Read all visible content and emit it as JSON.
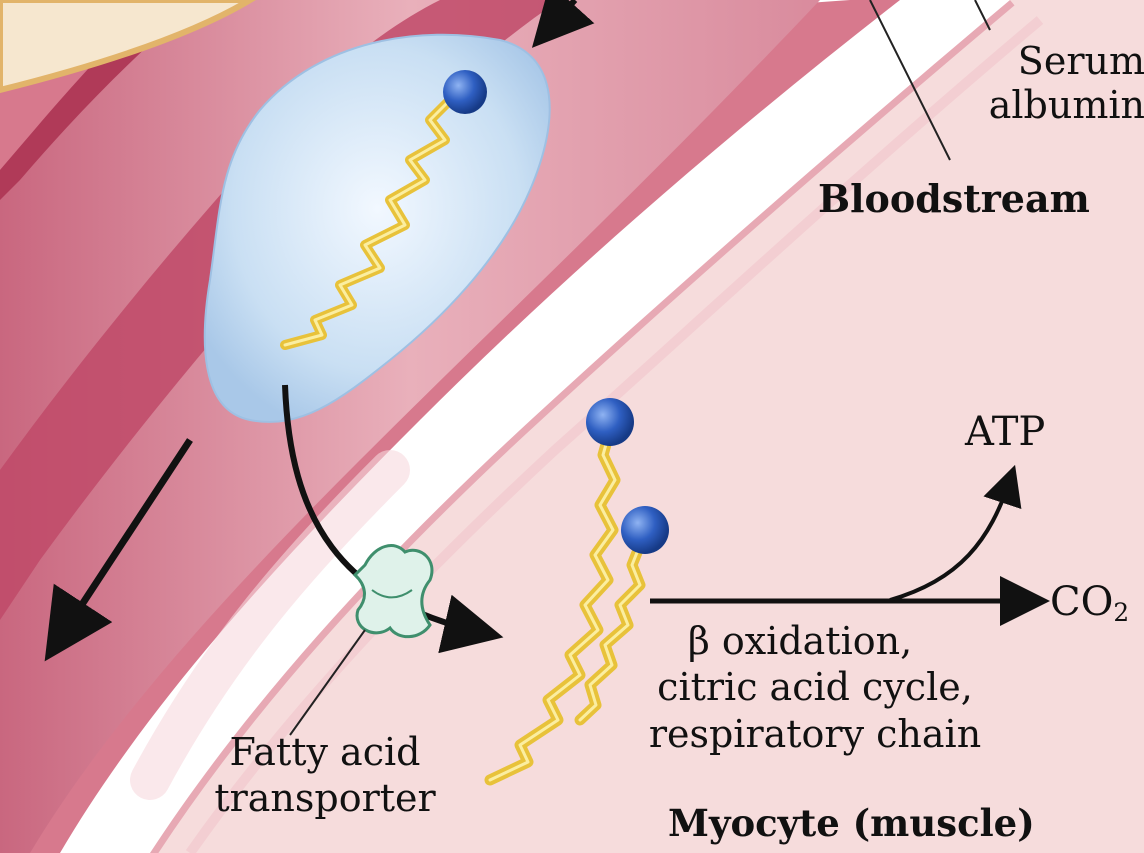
{
  "labels": {
    "serum_albumin_line1": "Serum",
    "serum_albumin_line2": "albumin",
    "bloodstream": "Bloodstream",
    "atp": "ATP",
    "co2_main": "CO",
    "co2_sub": "2",
    "pathway_line1": "β oxidation,",
    "pathway_line2": "citric acid cycle,",
    "pathway_line3": "respiratory chain",
    "transporter_line1": "Fatty acid",
    "transporter_line2": "transporter",
    "myocyte": "Myocyte (muscle)"
  },
  "colors": {
    "vessel_wall": "#c04a68",
    "vessel_outer": "#d7798d",
    "vessel_lumen": "#eab3bd",
    "muscle_cell": "#f7dede",
    "albumin": "#c6dcf0",
    "fatty_acid_chain": "#e8c23a",
    "head_group": "#2f5fc2",
    "transporter": "#d7efe6",
    "arrow": "#111111"
  }
}
